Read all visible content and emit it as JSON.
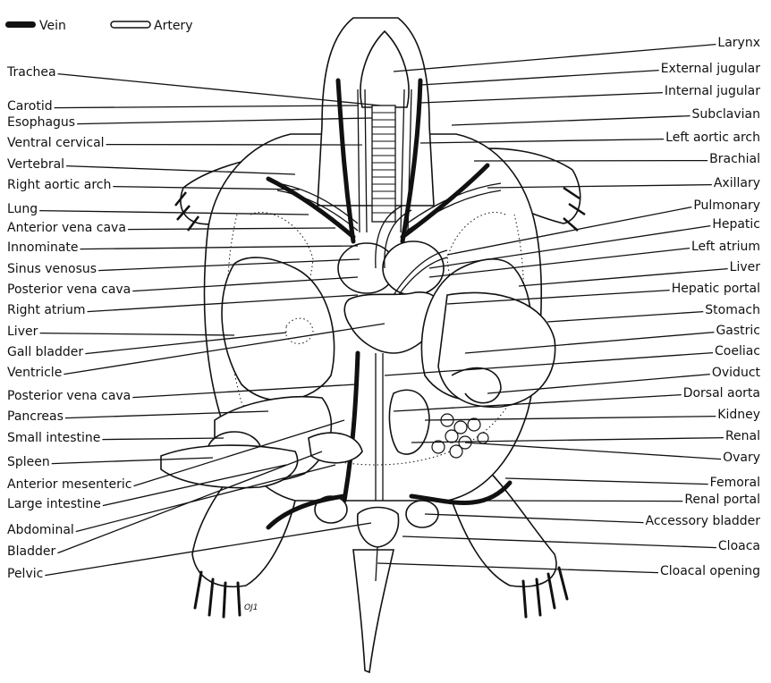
{
  "legend": {
    "vein": "Vein",
    "artery": "Artery"
  },
  "labels_left": [
    "Trachea",
    "Carotid",
    "Esophagus",
    "Ventral cervical",
    "Vertebral",
    "Right aortic arch",
    "Lung",
    "Anterior vena cava",
    "Innominate",
    "Sinus venosus",
    "Posterior vena cava",
    "Right atrium",
    "Liver",
    "Gall bladder",
    "Ventricle",
    "Posterior vena cava",
    "Pancreas",
    "Small intestine",
    "Spleen",
    "Anterior mesenteric",
    "Large intestine",
    "Abdominal",
    "Bladder",
    "Pelvic"
  ],
  "labels_right": [
    "Larynx",
    "External jugular",
    "Internal jugular",
    "Subclavian",
    "Left aortic arch",
    "Brachial",
    "Axillary",
    "Pulmonary",
    "Hepatic",
    "Left atrium",
    "Liver",
    "Hepatic portal",
    "Stomach",
    "Gastric",
    "Coeliac",
    "Oviduct",
    "Dorsal aorta",
    "Kidney",
    "Renal",
    "Ovary",
    "Femoral",
    "Renal portal",
    "Accessory bladder",
    "Cloaca",
    "Cloacal opening"
  ],
  "signature": "OJ1"
}
